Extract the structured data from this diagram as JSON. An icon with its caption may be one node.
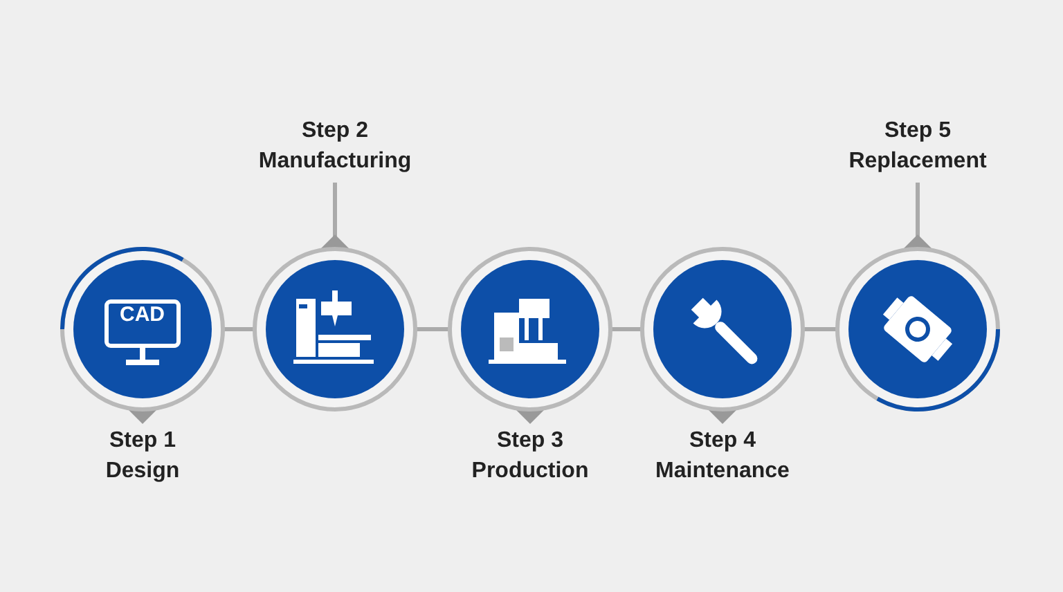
{
  "diagram": {
    "nodes": [
      {
        "text": [
          "CAD"
        ]
      },
      {
        "text": [],
        "shape": "circle"
      },
      {
        "text": [],
        "shape": "circle"
      },
      {
        "text": [],
        "shape": "circle"
      },
      {
        "text": [],
        "shape": "circle"
      },
      {
        "text": [
          "Step 1",
          "Design"
        ]
      },
      {
        "text": [
          "Step 2",
          "Manufacturing"
        ]
      },
      {
        "text": [
          "Step 3",
          "Production"
        ]
      },
      {
        "text": [
          "Step 4",
          "Maintenance"
        ]
      },
      {
        "text": [
          "Step 5",
          "Replacement"
        ]
      }
    ],
    "edges": [
      {
        "from": 0,
        "to": 1,
        "arrow": "none"
      },
      {
        "from": 1,
        "to": 2,
        "arrow": "none"
      },
      {
        "from": 2,
        "to": 3,
        "arrow": "none"
      },
      {
        "from": 3,
        "to": 4,
        "arrow": "none"
      },
      {
        "from": 5,
        "to": 0,
        "arrow": "other"
      },
      {
        "from": 6,
        "to": 1,
        "arrow": "other"
      },
      {
        "from": 7,
        "to": 2,
        "arrow": "other"
      },
      {
        "from": 8,
        "to": 3,
        "arrow": "other"
      },
      {
        "from": 9,
        "to": 4,
        "arrow": "other"
      }
    ]
  }
}
